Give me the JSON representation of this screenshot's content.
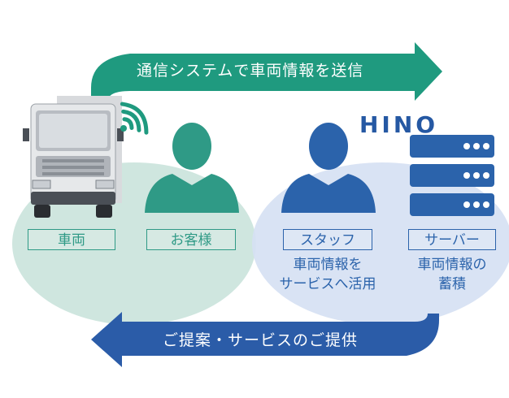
{
  "top_arrow": {
    "label": "通信システムで車両情報を送信",
    "color": "#1f9a7f"
  },
  "bottom_arrow": {
    "label": "ご提案・サービスのご提供",
    "color": "#2b5ca8"
  },
  "left_group": {
    "color": "#cfe6df",
    "items": [
      {
        "label": "車両",
        "icon": "truck-icon"
      },
      {
        "label": "お客様",
        "icon": "person-icon"
      }
    ]
  },
  "right_group": {
    "color": "#d6e1f3",
    "brand": "HINO",
    "items": [
      {
        "label": "スタッフ",
        "icon": "person-icon",
        "desc_line1": "車両情報を",
        "desc_line2": "サービスへ活用"
      },
      {
        "label": "サーバー",
        "icon": "server-icon",
        "desc_line1": "車両情報の",
        "desc_line2": "蓄積"
      }
    ]
  },
  "colors": {
    "green": "#2f9a86",
    "blue": "#2b63ab"
  }
}
